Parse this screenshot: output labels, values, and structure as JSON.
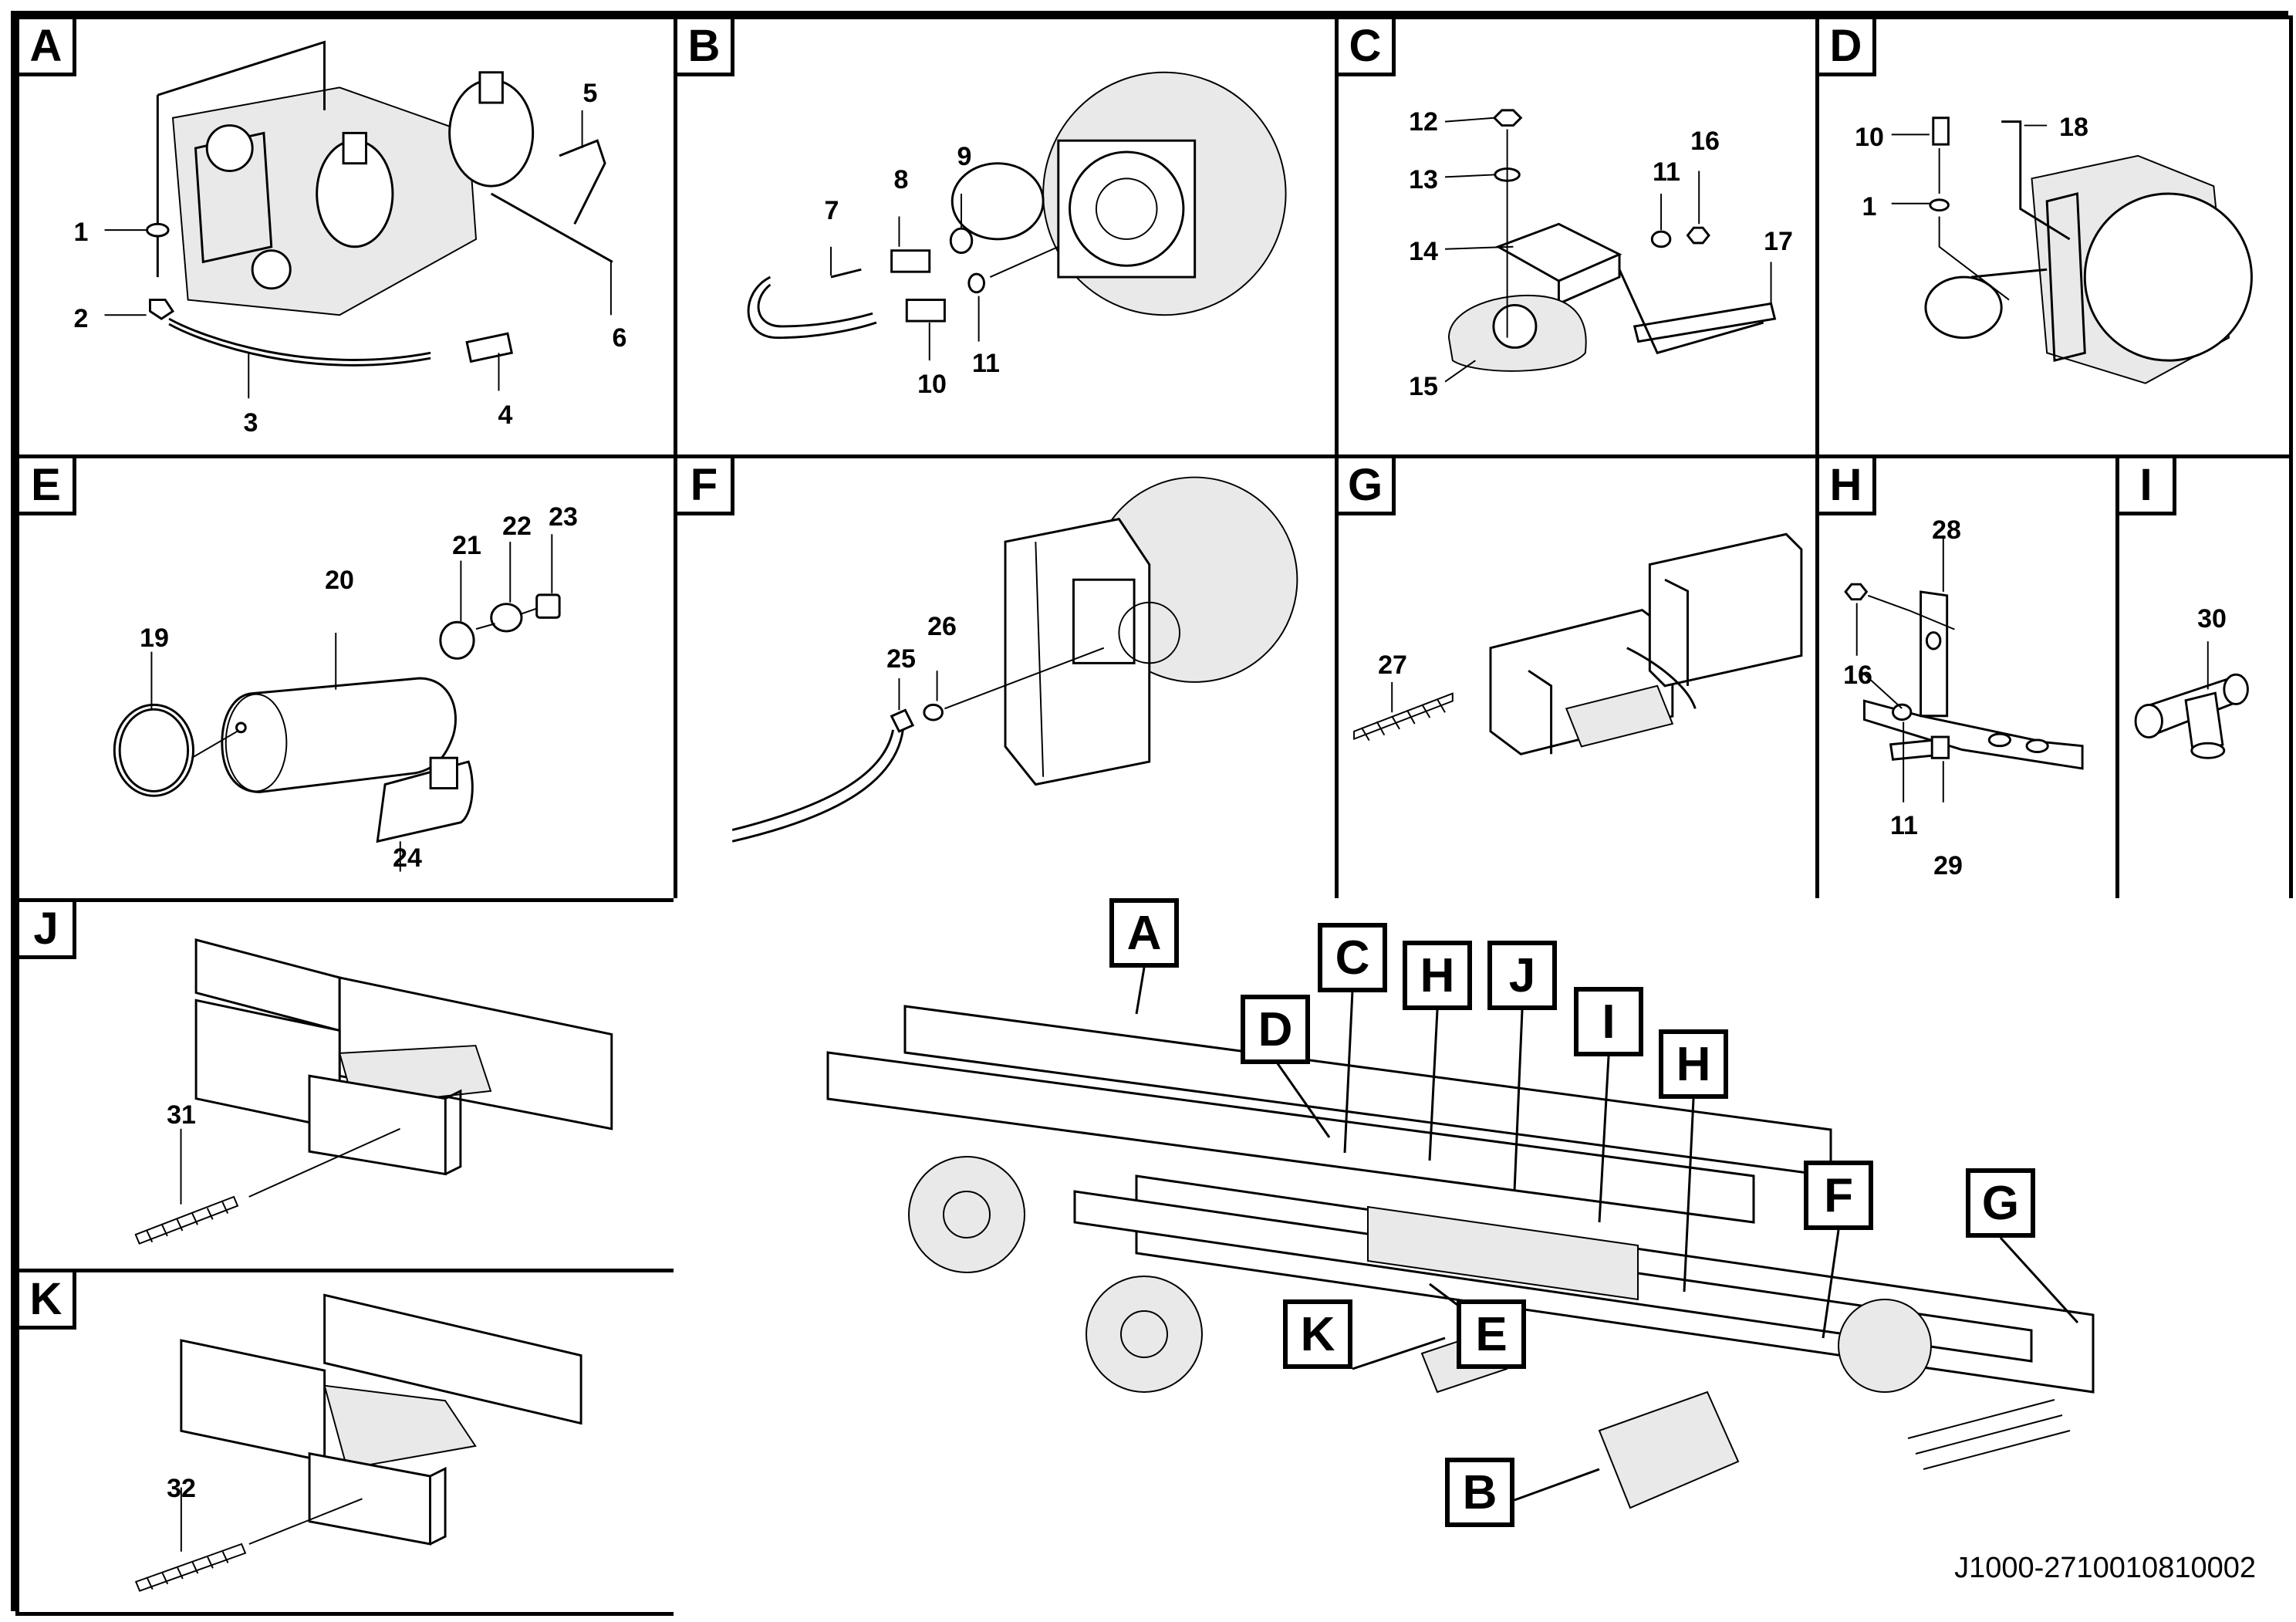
{
  "panels": {
    "A": {
      "label": "A",
      "callouts": [
        "1",
        "2",
        "3",
        "4",
        "5",
        "6"
      ]
    },
    "B": {
      "label": "B",
      "callouts": [
        "7",
        "8",
        "9",
        "10",
        "11"
      ]
    },
    "C": {
      "label": "C",
      "callouts": [
        "12",
        "13",
        "14",
        "15",
        "11",
        "16",
        "17"
      ]
    },
    "D": {
      "label": "D",
      "callouts": [
        "10",
        "1",
        "18"
      ]
    },
    "E": {
      "label": "E",
      "callouts": [
        "19",
        "20",
        "21",
        "22",
        "23",
        "24"
      ]
    },
    "F": {
      "label": "F",
      "callouts": [
        "25",
        "26"
      ]
    },
    "G": {
      "label": "G",
      "callouts": [
        "27"
      ]
    },
    "H": {
      "label": "H",
      "callouts": [
        "28",
        "16",
        "11",
        "29"
      ]
    },
    "I": {
      "label": "I",
      "callouts": [
        "30"
      ]
    },
    "J": {
      "label": "J",
      "callouts": [
        "31"
      ]
    },
    "K": {
      "label": "K",
      "callouts": [
        "32"
      ]
    }
  },
  "overview": {
    "labels": [
      "A",
      "D",
      "C",
      "H",
      "J",
      "I",
      "H",
      "F",
      "G",
      "K",
      "E",
      "B"
    ]
  },
  "document_id": "J1000-2710010810002"
}
